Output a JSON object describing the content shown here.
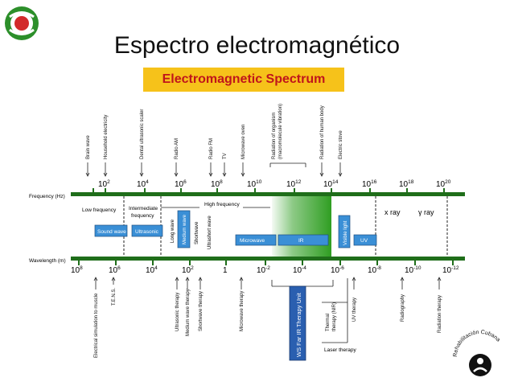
{
  "slide": {
    "title": "Espectro electromagnético",
    "banner": "Electromagnetic Spectrum"
  },
  "axes": {
    "frequency_label": "Frequency (Hz)",
    "wavelength_label": "Wavelength (m)",
    "frequency_ticks": [
      {
        "base": "10",
        "exp": "2"
      },
      {
        "base": "10",
        "exp": "4"
      },
      {
        "base": "10",
        "exp": "6"
      },
      {
        "base": "10",
        "exp": "8"
      },
      {
        "base": "10",
        "exp": "10"
      },
      {
        "base": "10",
        "exp": "12"
      },
      {
        "base": "10",
        "exp": "14"
      },
      {
        "base": "10",
        "exp": "16"
      },
      {
        "base": "10",
        "exp": "18"
      },
      {
        "base": "10",
        "exp": "20"
      }
    ],
    "wavelength_ticks": [
      {
        "base": "10",
        "exp": "8"
      },
      {
        "base": "10",
        "exp": "6"
      },
      {
        "base": "10",
        "exp": "4"
      },
      {
        "base": "10",
        "exp": "2"
      },
      {
        "base": "1",
        "exp": ""
      },
      {
        "base": "10",
        "exp": "-2"
      },
      {
        "base": "10",
        "exp": "-4"
      },
      {
        "base": "10",
        "exp": "-6"
      },
      {
        "base": "10",
        "exp": "-8"
      },
      {
        "base": "10",
        "exp": "-10"
      },
      {
        "base": "10",
        "exp": "-12"
      }
    ]
  },
  "top_labels": [
    "Brain wave",
    "Household electricity",
    "Dental ultrasonic scaler",
    "Radio AM",
    "Radio FM",
    "TV",
    "Microwave oven",
    "Radiation of organism",
    "(macromolecule vibration)",
    "Radiation of human body",
    "Electric stove"
  ],
  "bands": {
    "low_frequency": "Low frequency",
    "intermediate": [
      "Intermediate",
      "frequency"
    ],
    "high_frequency": "High frequency",
    "sound_wave": "Sound wave",
    "ultrasonic": "Ultrasonic",
    "long_wave": "Long wave",
    "medium_wave": "Medium wave",
    "short_wave": "Shortwave",
    "ultrashort_wave": "Ultrashort wave",
    "microwave": "Microwave",
    "ir": "IR",
    "visible_light": "Visible light",
    "uv": "UV",
    "x_ray": "x ray",
    "gamma_ray": "γ ray"
  },
  "bottom_labels": [
    "Electrical simulation to muscle",
    "T.E.N.S.",
    "Ultrasonic therapy",
    "Medium wave therapy",
    "Shortwave therapy",
    "Microwave therapy",
    "Thermal",
    "therapy (NIR)",
    "UV therapy",
    "Radiography",
    "Radiation therapy"
  ],
  "products": {
    "therapy_unit": "WS Far IR Therapy Unit",
    "laser": "Laser therapy"
  },
  "logo_text": "Rehabilitación Cubana",
  "colors": {
    "axis_green": "#1f6e1a",
    "ir_green": "#2f9e22",
    "box_blue": "#3a8fd6",
    "unit_blue": "#2a5fb0",
    "banner_yellow": "#f6c21a",
    "banner_red": "#c0151b"
  }
}
